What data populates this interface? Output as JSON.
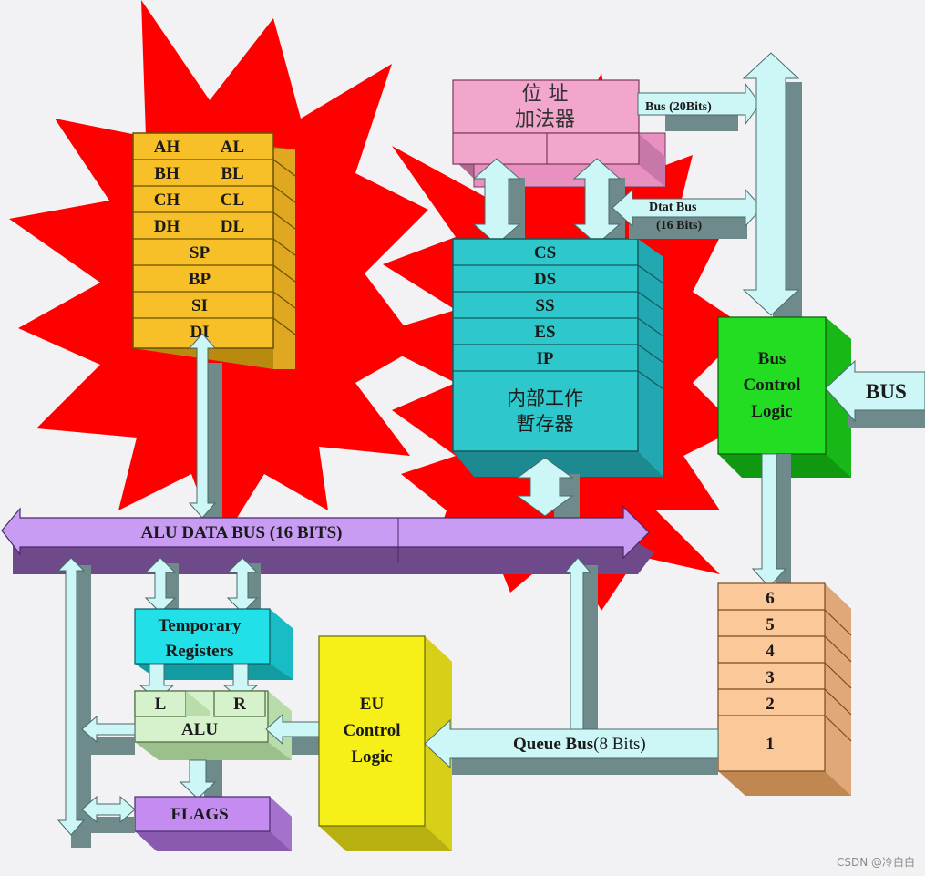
{
  "general_registers": [
    "AH",
    "AL",
    "BH",
    "BL",
    "CH",
    "CL",
    "DH",
    "DL",
    "SP",
    "BP",
    "SI",
    "DI"
  ],
  "segment_registers": [
    "CS",
    "DS",
    "SS",
    "ES",
    "IP"
  ],
  "internal_temp": [
    "内部工作",
    "暫存器"
  ],
  "address_adder": [
    "位 址",
    "加法器"
  ],
  "bus_20": "Bus (20Bits)",
  "data_bus": [
    "Dtat Bus",
    "(16 Bits)"
  ],
  "bus_control": [
    "Bus",
    "Control",
    "Logic"
  ],
  "bus_label": "BUS",
  "alu_data_bus": "ALU DATA BUS (16 BITS)",
  "temp_registers": [
    "Temporary",
    "Registers"
  ],
  "alu_l": "L",
  "alu_r": "R",
  "alu": "ALU",
  "flags": "FLAGS",
  "eu_control": [
    "EU",
    "Control",
    "Logic"
  ],
  "queue_bus_a": "Queue  Bus",
  "queue_bus_b": "(8 Bits)",
  "queue_slots": [
    "6",
    "5",
    "4",
    "3",
    "2",
    "1"
  ],
  "watermark": "CSDN @冷白白",
  "colors": {
    "burst": "#ff0000",
    "general_regs": "#f8c028",
    "segment_regs": "#2ec8cc",
    "adder": "#f2a6cc",
    "bus_control": "#22dd22",
    "queue": "#fbc89a",
    "temp_regs": "#22e0e8",
    "alu": "#d6f2cc",
    "flags": "#c48cf0",
    "eu": "#f6f018",
    "bus_arrow": "#c89cf2",
    "light_arrow": "#cdf6f6",
    "shadow": "#6e8a8a"
  }
}
